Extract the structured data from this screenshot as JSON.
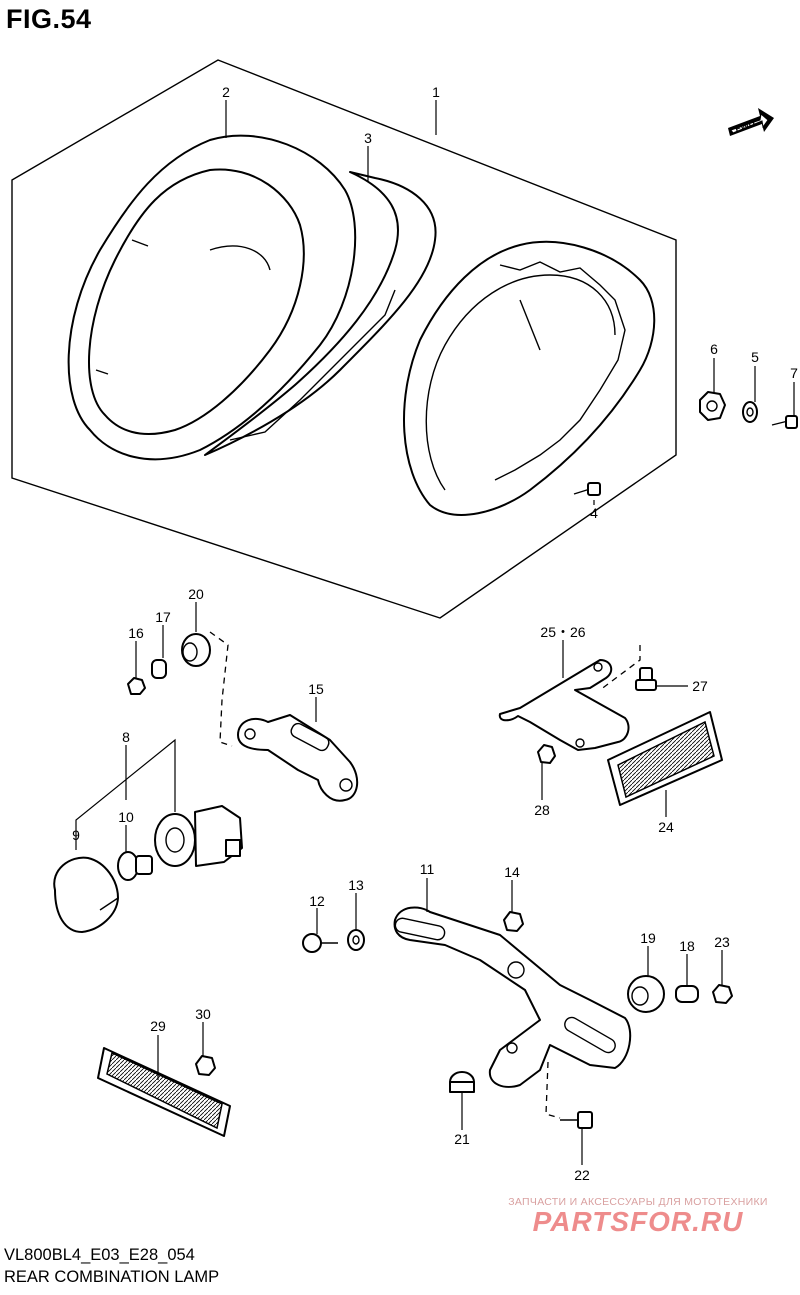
{
  "figure": {
    "title": "FIG.54"
  },
  "callouts": [
    {
      "id": "1",
      "text": "1"
    },
    {
      "id": "2",
      "text": "2"
    },
    {
      "id": "3",
      "text": "3"
    },
    {
      "id": "4",
      "text": "4"
    },
    {
      "id": "5",
      "text": "5"
    },
    {
      "id": "6",
      "text": "6"
    },
    {
      "id": "7",
      "text": "7"
    },
    {
      "id": "8",
      "text": "8"
    },
    {
      "id": "9",
      "text": "9"
    },
    {
      "id": "10",
      "text": "10"
    },
    {
      "id": "11",
      "text": "11"
    },
    {
      "id": "12",
      "text": "12"
    },
    {
      "id": "13",
      "text": "13"
    },
    {
      "id": "14",
      "text": "14"
    },
    {
      "id": "15",
      "text": "15"
    },
    {
      "id": "16",
      "text": "16"
    },
    {
      "id": "17",
      "text": "17"
    },
    {
      "id": "18",
      "text": "18"
    },
    {
      "id": "19",
      "text": "19"
    },
    {
      "id": "20",
      "text": "20"
    },
    {
      "id": "21",
      "text": "21"
    },
    {
      "id": "22",
      "text": "22"
    },
    {
      "id": "23",
      "text": "23"
    },
    {
      "id": "24",
      "text": "24"
    },
    {
      "id": "25-26",
      "text": "25・26"
    },
    {
      "id": "27",
      "text": "27"
    },
    {
      "id": "28",
      "text": "28"
    },
    {
      "id": "29",
      "text": "29"
    },
    {
      "id": "30",
      "text": "30"
    }
  ],
  "direction_badge": {
    "text": "FWD"
  },
  "footer": {
    "code": "VL800BL4_E03_E28_054",
    "caption": "REAR COMBINATION LAMP"
  },
  "watermark": {
    "tagline": "ЗАПЧАСТИ И АКСЕССУАРЫ ДЛЯ МОТОТЕХНИКИ",
    "logo": "PARTSFOR.RU",
    "color": "#ee8c8c"
  }
}
